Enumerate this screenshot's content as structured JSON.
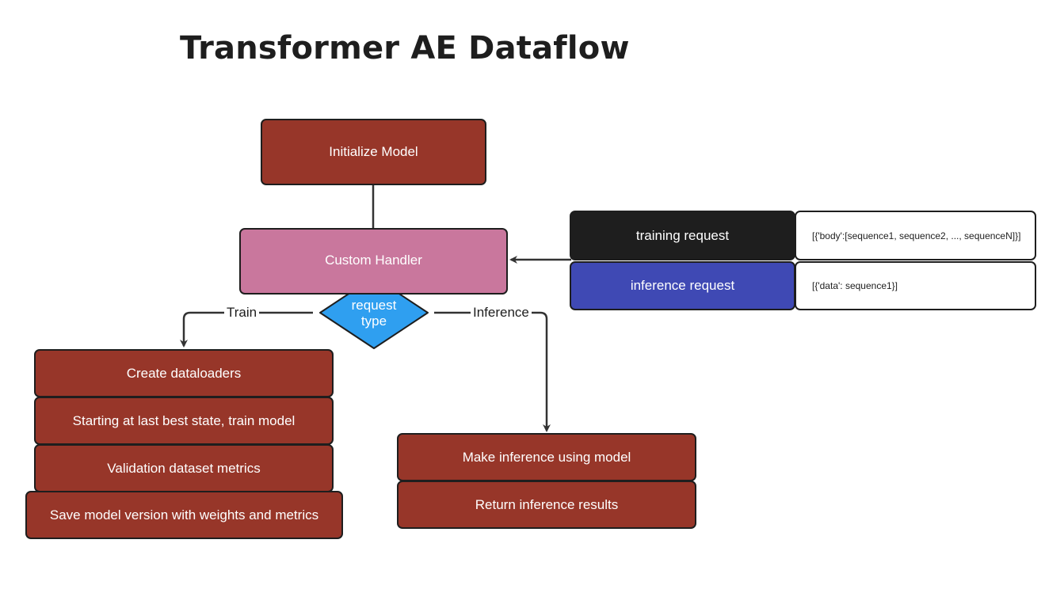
{
  "title": "Transformer AE Dataflow",
  "nodes": {
    "initialize_model": "Initialize Model",
    "custom_handler": "Custom Handler",
    "request_type": "request\ntype",
    "training_request": "training request",
    "training_payload": "[{'body':[sequence1, sequence2, ..., sequenceN]}]",
    "inference_request": "inference request",
    "inference_payload": "[{'data': sequence1}]",
    "train_steps": [
      "Create dataloaders",
      "Starting at last best state, train model",
      "Validation dataset metrics",
      "Save model version with weights and metrics"
    ],
    "inference_steps": [
      "Make inference using model",
      "Return inference results"
    ]
  },
  "edges": {
    "train_label": "Train",
    "inference_label": "Inference"
  },
  "colors": {
    "process": "#973629",
    "handler": "#c9779d",
    "decision": "#2f9ff0",
    "training_request": "#1e1e1e",
    "inference_request": "#3f49b4",
    "stroke": "#1e1e1e",
    "arrow": "#333333"
  }
}
